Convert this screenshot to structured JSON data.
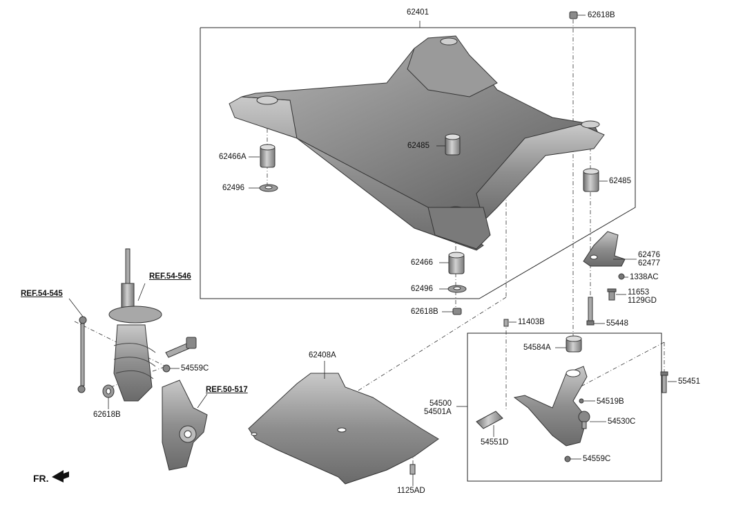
{
  "labels": {
    "p62401": "62401",
    "p62618B_top": "62618B",
    "p62466A": "62466A",
    "p62496_left": "62496",
    "p62485_mid": "62485",
    "p62485_right": "62485",
    "p62466": "62466",
    "p62496_bottom": "62496",
    "p62618B_bottom": "62618B",
    "p62476": "62476",
    "p62477": "62477",
    "p1338AC": "1338AC",
    "p11653": "11653",
    "p1129GD": "1129GD",
    "p55448": "55448",
    "p11403B": "11403B",
    "p54584A": "54584A",
    "p55451": "55451",
    "p54500": "54500",
    "p54501A": "54501A",
    "p54519B": "54519B",
    "p54530C": "54530C",
    "p54551D": "54551D",
    "p54559C_right": "54559C",
    "p62408A": "62408A",
    "p1125AD": "1125AD",
    "p54559C_left": "54559C",
    "p62618B_left": "62618B",
    "ref54545": "REF.54-545",
    "ref54546": "REF.54-546",
    "ref50517": "REF.50-517",
    "fr": "FR."
  }
}
